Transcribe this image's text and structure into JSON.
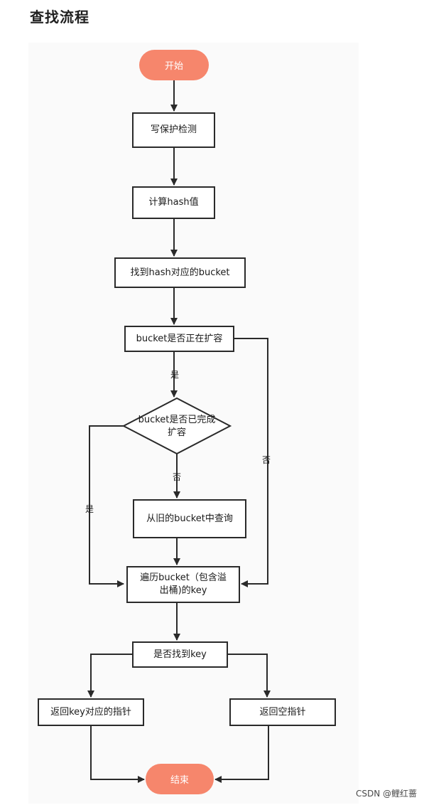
{
  "title": "查找流程",
  "nodes": {
    "start": "开始",
    "write_check": "写保护检测",
    "calc_hash": "计算hash值",
    "find_bucket": "找到hash对应的bucket",
    "bucket_growing": "bucket是否正在扩容",
    "bucket_done_line1": "bucket是否已完成",
    "bucket_done_line2": "扩容",
    "query_old": "从旧的bucket中查询",
    "traverse_line1": "遍历bucket（包含溢",
    "traverse_line2": "出桶)的key",
    "found_key": "是否找到key",
    "return_ptr": "返回key对应的指针",
    "return_null": "返回空指针",
    "end": "结束"
  },
  "labels": {
    "yes_1": "是",
    "yes_2": "是",
    "no_1": "否",
    "no_2": "否"
  },
  "colors": {
    "terminal": "#f6866c",
    "stroke": "#2a2a2a"
  },
  "watermark": "CSDN @鲤红蔷"
}
